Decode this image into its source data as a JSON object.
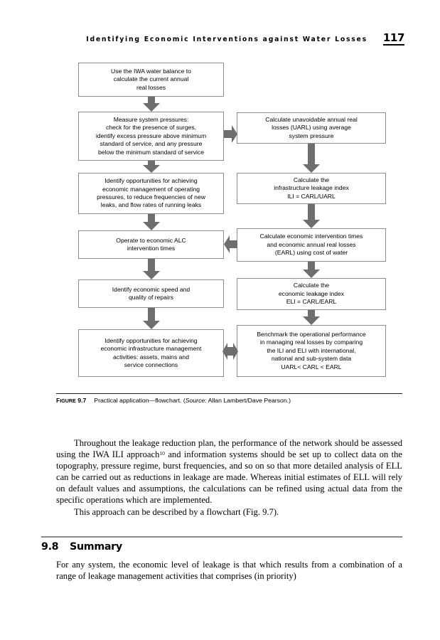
{
  "running_head": {
    "title": "Identifying Economic Interventions against Water Losses",
    "page_number": "117"
  },
  "flowchart": {
    "title": "Practical application—flowchart",
    "boxes": [
      {
        "id": "l1",
        "text": "Use the IWA water balance to\ncalculate the current annual\nreal losses"
      },
      {
        "id": "l2",
        "text": "Measure system pressures:\ncheck for the presence of surges,\nidentify excess pressure above minimum\nstandard of service, and any pressure\nbelow the minimum standard of service"
      },
      {
        "id": "l3",
        "text": "Identify opportunities for achieving\neconomic management of operating\npressures, to reduce frequencies of new\nleaks, and flow rates of running leaks"
      },
      {
        "id": "l4",
        "text": "Operate to economic ALC\nintervention times"
      },
      {
        "id": "l5",
        "text": "Identify economic speed and\nquality of repairs"
      },
      {
        "id": "l6",
        "text": "Identify opportunities for achieving\neconomic infrastructure management\nactivities: assets, mains and\nservice connections"
      },
      {
        "id": "r1",
        "text": "Calculate unavoidable annual real\nlosses (UARL) using average\nsystem pressure"
      },
      {
        "id": "r2",
        "text": "Calculate the\ninfrastructure leakage index\nILI = CARL/UARL"
      },
      {
        "id": "r3",
        "text": "Calculate economic intervention times\nand economic annual real losses\n(EARL) using cost of water"
      },
      {
        "id": "r4",
        "text": "Calculate the\neconomic leakage index\nELI = CARL/EARL"
      },
      {
        "id": "r5",
        "text": "Benchmark the operational performance\nin managing real losses by comparing\nthe ILI and ELI with international,\nnational and sub-system data\nUARL< CARL < EARL"
      }
    ],
    "arrow_color": "#6e6e6e",
    "box_border_color": "#8c8c8c"
  },
  "caption": {
    "label_figure": "Figure",
    "label_number": "9.7",
    "text_before_source": "Practical application—flowchart. (",
    "source_label": "Source:",
    "source_value": " Allan Lambert/Dave Pearson.)"
  },
  "body": {
    "paragraph1": "Throughout the leakage reduction plan, the performance of the network should be assessed using the IWA ILI approach",
    "paragraph1_footnote": "10",
    "paragraph1_cont": " and information systems should be set up to collect data on the topography, pressure regime, burst frequencies, and so on so that more detailed analysis of ELL can be carried out as reductions in leakage are made. Whereas initial estimates of ELL will rely on default values and assumptions, the calculations can be refined using actual data from the specific operations which are implemented.",
    "paragraph2": "This approach can be described by a flowchart (Fig. 9.7)."
  },
  "section": {
    "number": "9.8",
    "title": "Summary",
    "paragraph": "For any system, the economic level of leakage is that which results from a combination of a range of leakage management activities that comprises (in priority)"
  }
}
